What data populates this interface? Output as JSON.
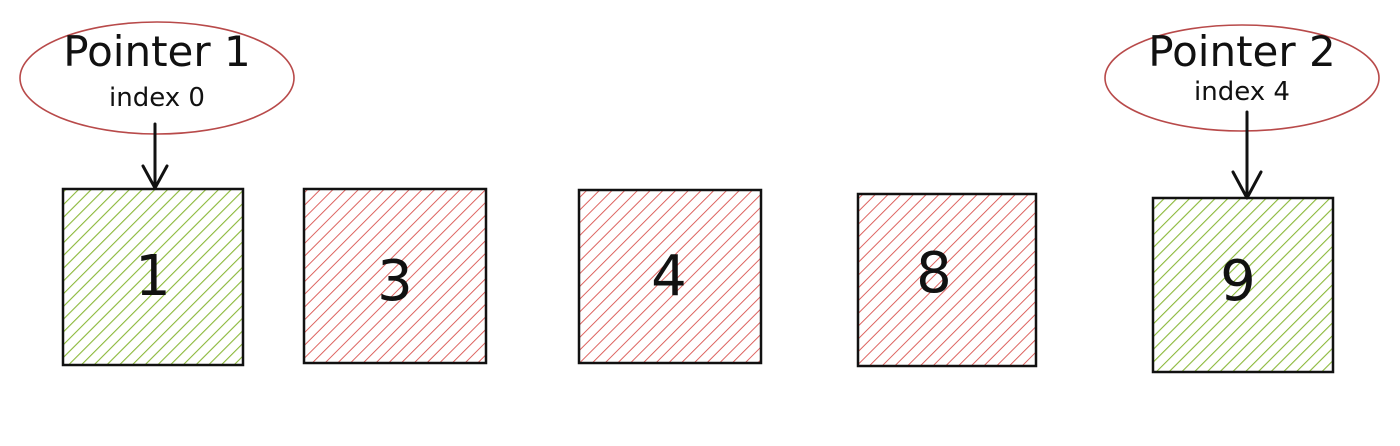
{
  "array": {
    "cells": [
      {
        "value": "1",
        "state": "pointer"
      },
      {
        "value": "3",
        "state": "other"
      },
      {
        "value": "4",
        "state": "other"
      },
      {
        "value": "8",
        "state": "other"
      },
      {
        "value": "9",
        "state": "pointer"
      }
    ]
  },
  "pointers": [
    {
      "title": "Pointer 1",
      "index_label": "index 0",
      "cell": 0
    },
    {
      "title": "Pointer 2",
      "index_label": "index 4",
      "cell": 4
    }
  ],
  "colors": {
    "pointer_fill": "#8bb83a",
    "other_fill": "#d9534f",
    "ellipse_stroke": "#b84a4a",
    "stroke": "#111111"
  }
}
